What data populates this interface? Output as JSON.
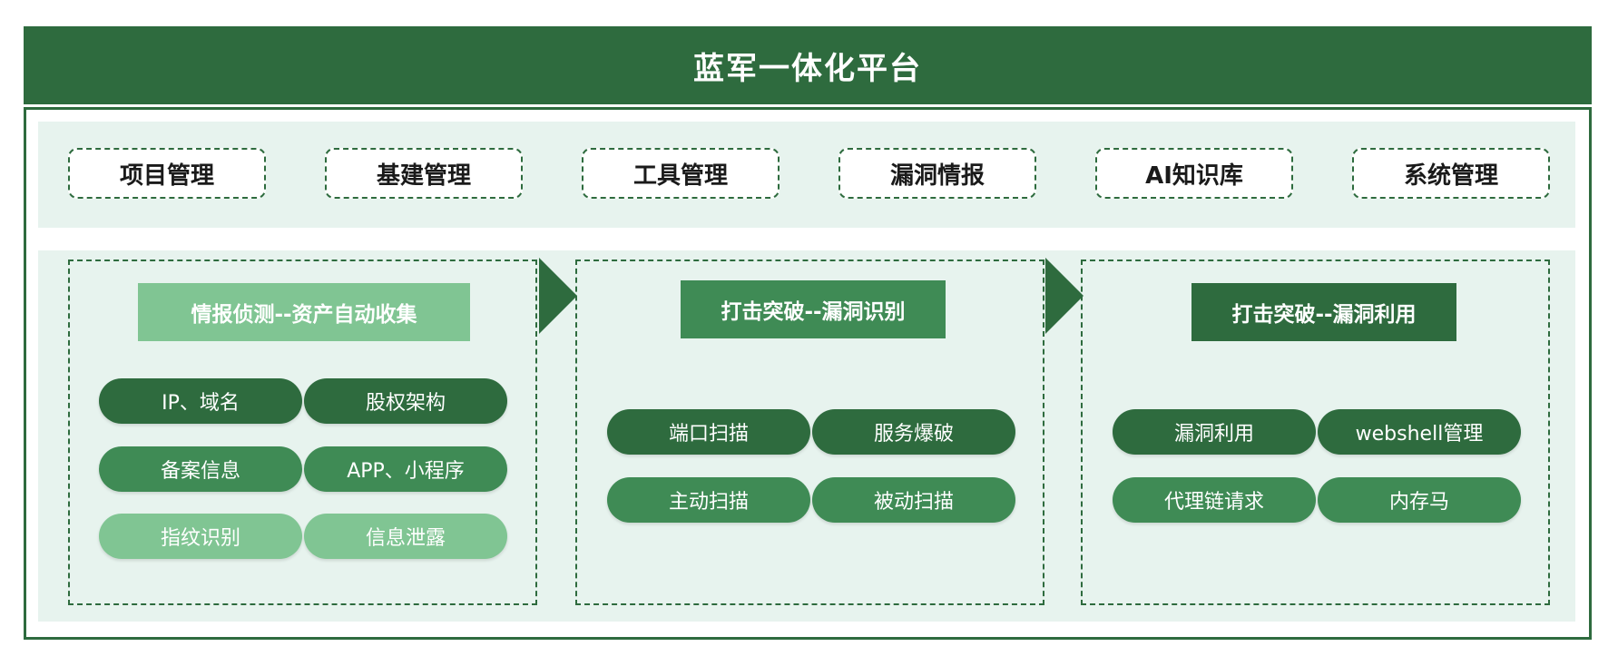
{
  "title": "蓝军一体化平台",
  "nav": [
    "项目管理",
    "基建管理",
    "工具管理",
    "漏洞情报",
    "AI知识库",
    "系统管理"
  ],
  "stages": [
    {
      "title": "情报侦测--资产自动收集",
      "items": [
        "IP、域名",
        "股权架构",
        "备案信息",
        "APP、小程序",
        "指纹识别",
        "信息泄露"
      ]
    },
    {
      "title": "打击突破--漏洞识别",
      "items": [
        "端口扫描",
        "服务爆破",
        "主动扫描",
        "被动扫描"
      ]
    },
    {
      "title": "打击突破--漏洞利用",
      "items": [
        "漏洞利用",
        "webshell管理",
        "代理链请求",
        "内存马"
      ]
    }
  ],
  "colors": {
    "dark_green": "#2e6b3e",
    "mid_green": "#3f8b55",
    "light_green": "#80c593",
    "band_bg": "#e7f3ee"
  }
}
